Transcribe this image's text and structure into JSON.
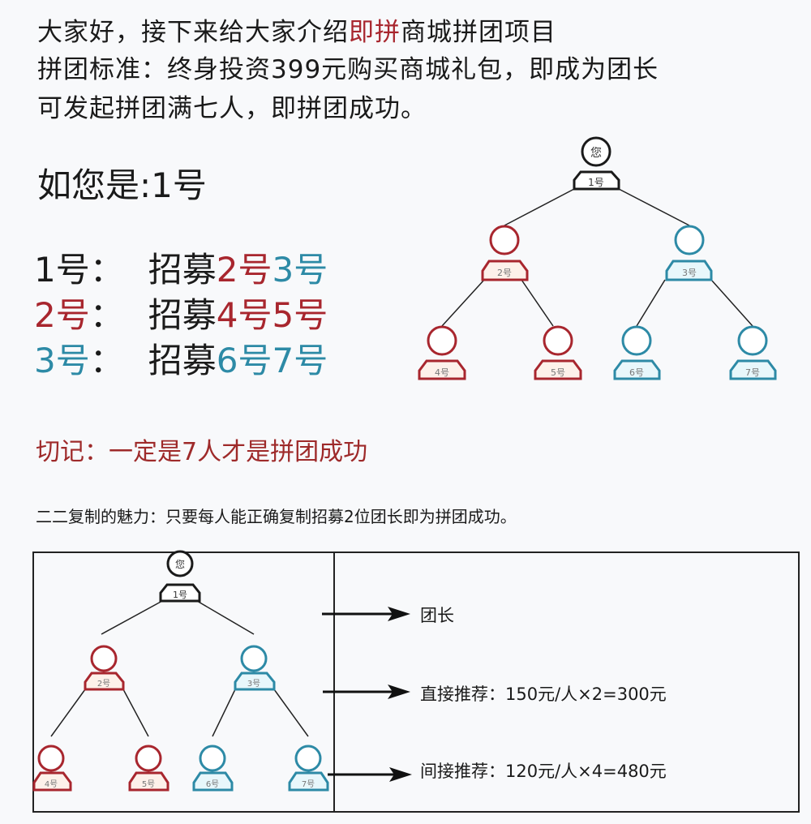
{
  "intro": {
    "line1_pre": "大家好，接下来给大家介绍",
    "line1_highlight": "即拼",
    "line1_post": "商城拼团项目",
    "line2": "拼团标准：终身投资399元购买商城礼包，即成为团长",
    "line3": "可发起拼团满七人，即拼团成功。"
  },
  "you_are": "如您是:1号",
  "recruit": [
    {
      "who": "1号",
      "sep": "：",
      "verb": "招募",
      "a": "2号",
      "b": "3号"
    },
    {
      "who": "2号",
      "sep": "：",
      "verb": "招募",
      "a": "4号",
      "b": "5号"
    },
    {
      "who": "3号",
      "sep": "：",
      "verb": "招募",
      "a": "6号",
      "b": "7号"
    }
  ],
  "remember": "切记：一定是7人才是拼团成功",
  "copy_note": "二二复制的魅力：只要每人能正确复制招募2位团长即为拼团成功。",
  "tree": {
    "root_head_label": "您",
    "nodes": [
      "1号",
      "2号",
      "3号",
      "4号",
      "5号",
      "6号",
      "7号"
    ],
    "colors": {
      "root": "#1a1a1a",
      "red": "#a8262e",
      "blue": "#2d8aa6",
      "red_fill": "#fdf1ea",
      "blue_fill": "#e8f7fb"
    }
  },
  "legend": {
    "leader": "团长",
    "direct": "直接推荐：150元/人×2=300元",
    "indirect": "间接推荐：120元/人×4=480元"
  }
}
